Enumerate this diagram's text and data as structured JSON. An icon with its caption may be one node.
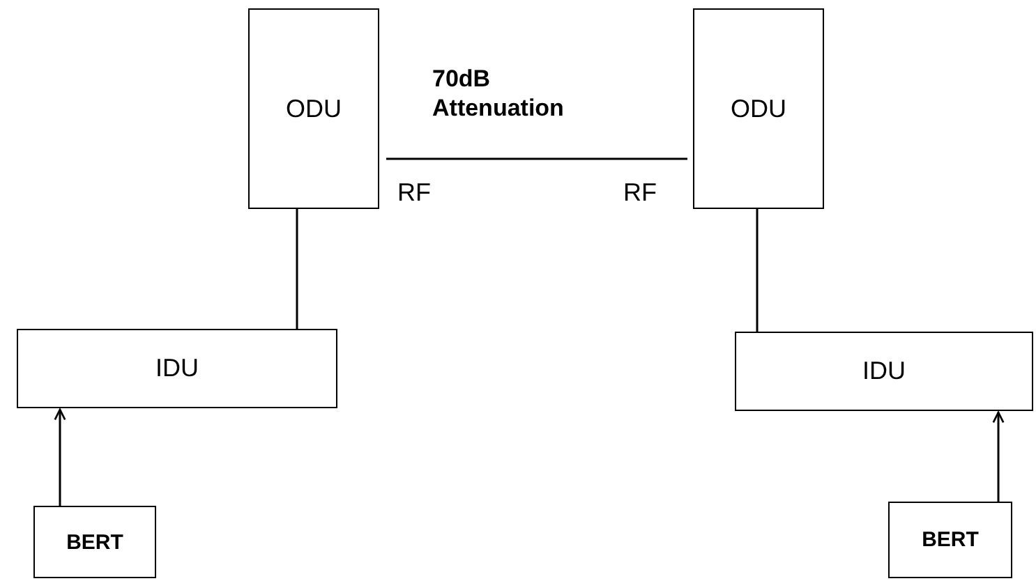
{
  "diagram": {
    "nodes": [
      {
        "text": [
          "ODU"
        ]
      },
      {
        "text": [
          "ODU"
        ]
      },
      {
        "text": [
          "IDU"
        ]
      },
      {
        "text": [
          "IDU"
        ]
      },
      {
        "text": [
          "BERT"
        ]
      },
      {
        "text": [
          "BERT"
        ]
      }
    ],
    "edges": [
      {
        "from": 0,
        "to": 1,
        "arrow": "none",
        "label": "70dB Attenuation"
      },
      {
        "from": 0,
        "to": 2,
        "arrow": "none"
      },
      {
        "from": 1,
        "to": 3,
        "arrow": "none"
      },
      {
        "from": 4,
        "to": 2,
        "arrow": "to"
      },
      {
        "from": 5,
        "to": 3,
        "arrow": "to"
      }
    ],
    "labels": [
      "RF",
      "RF"
    ]
  }
}
